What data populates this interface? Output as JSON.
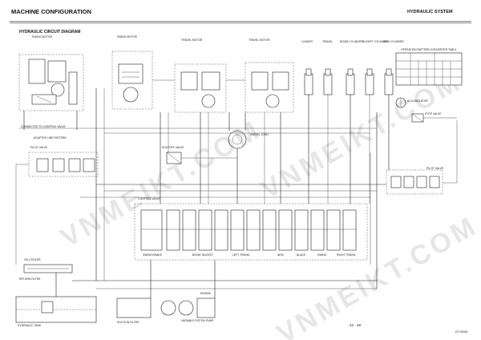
{
  "header": {
    "left_title": "MACHINE CONFIGURATION",
    "right_title": "HYDRAULIC SYSTEM",
    "diagram_title": "HYDRAULIC CIRCUIT DIAGRAM"
  },
  "watermark": "VNMEIKT.COM",
  "footer": {
    "page_number": "22 - 48",
    "doc_code": "FD 00000"
  },
  "labels": {
    "swing_motor": "SWING MOTOR",
    "travel_motor_l": "TRAVEL MOTOR",
    "travel_motor_r": "TRAVEL MOTOR",
    "loader": "LOADER",
    "travel": "TRAVEL",
    "boom_cyl": "BOOM CYLINDER",
    "bucket_cyl": "BUCKET CYLINDER",
    "arm_cyl": "ARM CYLINDER",
    "operation_pattern": "OPERATION PATTERN CONVERTER TABLE",
    "pilot_valve_l": "PILOT VALVE",
    "pilot_valve_r": "PILOT VALVE",
    "shutoff_valve": "SHUTOFF VALVE",
    "control_valve": "CONTROL VALVE",
    "swivel_joint": "SWIVEL JOINT",
    "oil_cooler": "OIL COOLER",
    "hydraulic_tank": "HYDRAULIC TANK",
    "pump": "VARIABLE PISTON PUMP",
    "suction_filter": "SUCTION FILTER",
    "return_filter": "RETURN FILTER",
    "accumulator": "ACCUMULATOR",
    "stop_valve": "STOP VALVE",
    "connected_to": "CONNECTED TO CONTROL VALVE",
    "adapter_pattern": "ADAPTER LINE PATTERN",
    "swing_brake": "SWING BRAKE",
    "boom_bucket": "BOOM  BUCKET",
    "left_travel": "LEFT TRAVEL",
    "right_travel": "RIGHT TRAVEL",
    "arm": "ARM",
    "blade": "BLADE",
    "swing": "SWING",
    "engine": "ENGINE"
  }
}
